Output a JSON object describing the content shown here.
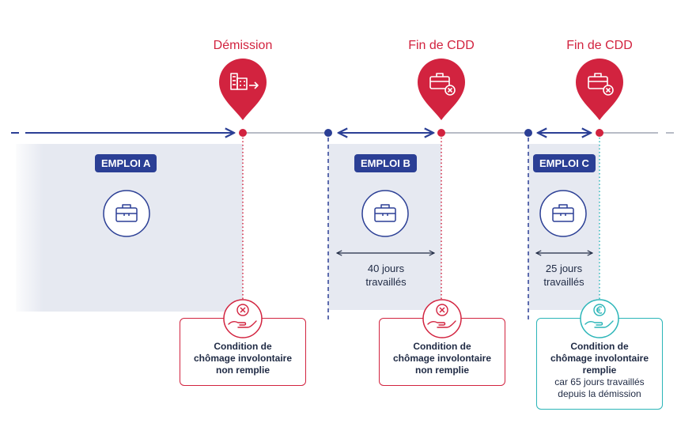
{
  "events": [
    {
      "label": "Démission",
      "icon": "building-exit-icon"
    },
    {
      "label": "Fin de CDD",
      "icon": "briefcase-x-icon"
    },
    {
      "label": "Fin de CDD",
      "icon": "briefcase-x-icon"
    }
  ],
  "jobs": [
    {
      "label": "EMPLOI A",
      "icon": "briefcase-icon"
    },
    {
      "label": "EMPLOI B",
      "icon": "briefcase-icon"
    },
    {
      "label": "EMPLOI C",
      "icon": "briefcase-icon"
    }
  ],
  "durations": [
    {
      "line1": "40 jours",
      "line2": "travaillés"
    },
    {
      "line1": "25 jours",
      "line2": "travaillés"
    }
  ],
  "conditions": [
    {
      "title_l1": "Condition de",
      "title_l2": "chômage involontaire",
      "title_l3": "non remplie",
      "icon": "hand-cross-icon"
    },
    {
      "title_l1": "Condition de",
      "title_l2": "chômage involontaire",
      "title_l3": "non remplie",
      "icon": "hand-cross-icon"
    },
    {
      "title_l1": "Condition de",
      "title_l2": "chômage involontaire",
      "title_l3": "remplie",
      "sub_l1": "car 65 jours travaillés",
      "sub_l2": "depuis la démission",
      "icon": "hand-euro-icon"
    }
  ],
  "colors": {
    "navy": "#2b3f95",
    "red": "#d2233f",
    "teal": "#2bb5b8",
    "grey": "#b8bcc6",
    "shade": "#e6e9f1"
  }
}
